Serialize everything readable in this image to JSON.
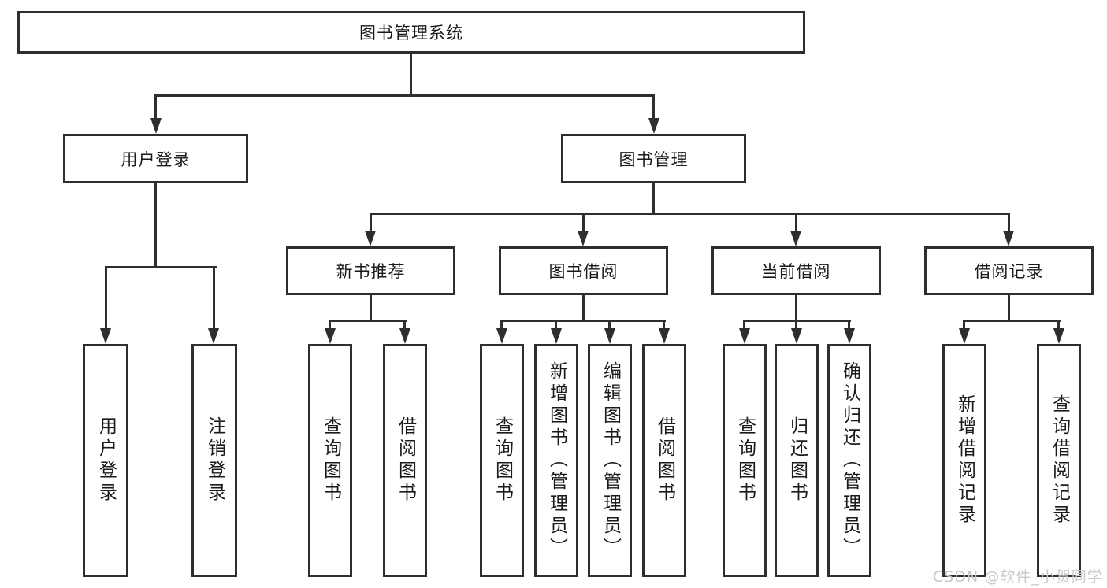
{
  "colors": {
    "line": "#2e2e2e",
    "text": "#1a1a1a",
    "background": "#ffffff",
    "watermark": "#c6c9ce"
  },
  "watermark": "CSDN @软件_小贺同学",
  "tree": {
    "root": {
      "label": "图书管理系统",
      "children": [
        {
          "label": "用户登录",
          "children": [
            {
              "label": "用户登录"
            },
            {
              "label": "注销登录"
            }
          ]
        },
        {
          "label": "图书管理",
          "children": [
            {
              "label": "新书推荐",
              "children": [
                {
                  "label": "查询图书"
                },
                {
                  "label": "借阅图书"
                }
              ]
            },
            {
              "label": "图书借阅",
              "children": [
                {
                  "label": "查询图书"
                },
                {
                  "label": "新增图书（管理员）"
                },
                {
                  "label": "编辑图书（管理员）"
                },
                {
                  "label": "借阅图书"
                }
              ]
            },
            {
              "label": "当前借阅",
              "children": [
                {
                  "label": "查询图书"
                },
                {
                  "label": "归还图书"
                },
                {
                  "label": "确认归还（管理员）"
                }
              ]
            },
            {
              "label": "借阅记录",
              "children": [
                {
                  "label": "新增借阅记录"
                },
                {
                  "label": "查询借阅记录"
                }
              ]
            }
          ]
        }
      ]
    }
  }
}
